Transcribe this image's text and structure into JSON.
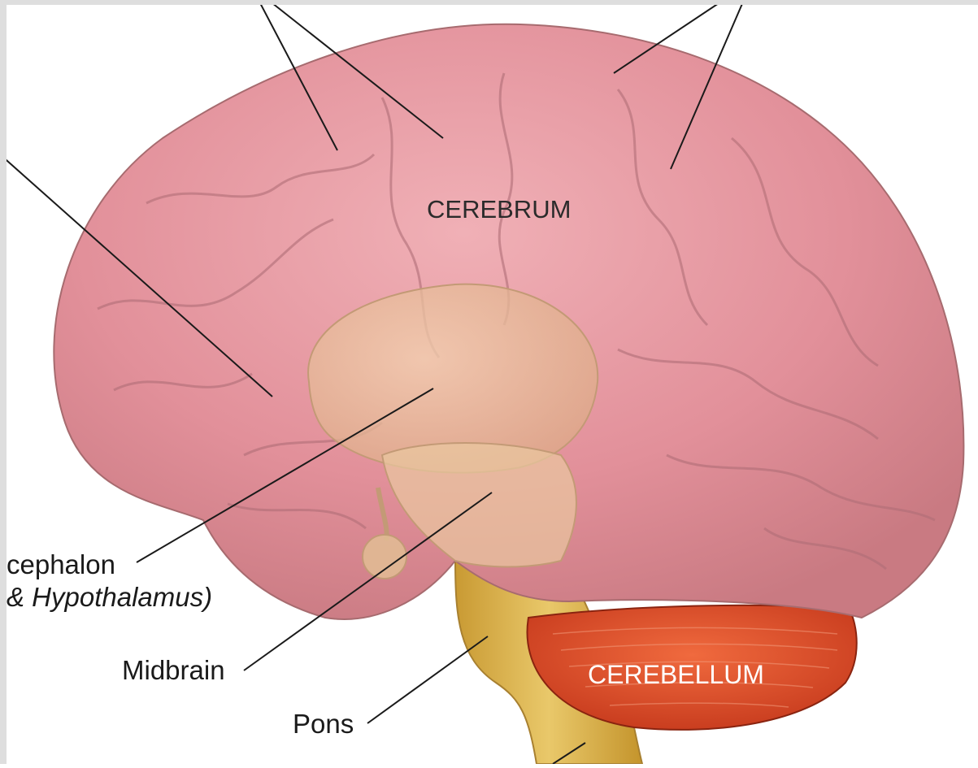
{
  "labels": {
    "cerebrum": "CEREBRUM",
    "cerebellum": "CEREBELLUM",
    "diencephalon": "cephalon",
    "diencephalon_sub": "& Hypothalamus)",
    "midbrain": "Midbrain",
    "pons": "Pons"
  },
  "colors": {
    "cerebrum": "#e2909a",
    "cerebrum_outline": "#a76b6f",
    "diencephalon": "#e7bf9a",
    "brainstem": "#d8b14c",
    "cerebellum": "#d8401f",
    "leader_line": "#1a1a1a",
    "frame": "#dedede"
  }
}
